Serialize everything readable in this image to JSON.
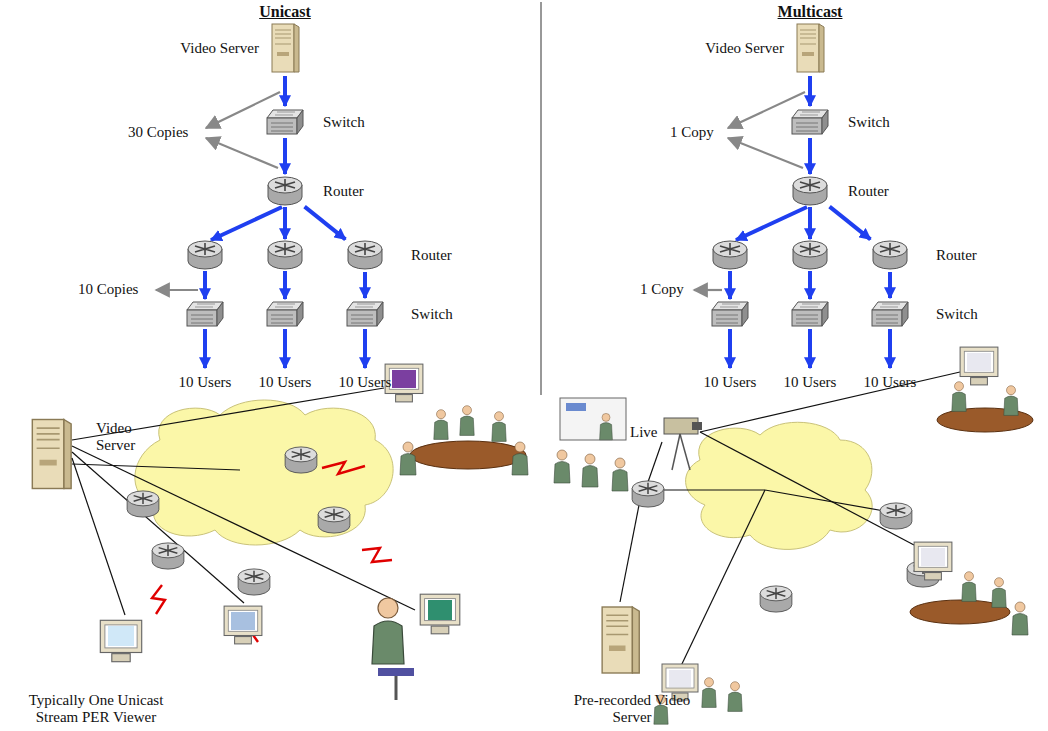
{
  "diagram": {
    "nodes": [
      {
        "text": [
          "Video Server"
        ]
      },
      {
        "text": [
          "Switch"
        ]
      },
      {
        "text": [
          "Router"
        ]
      },
      {
        "text": [
          "Router"
        ]
      },
      {
        "text": [
          "Switch"
        ]
      },
      {
        "text": [
          "Video Server"
        ]
      },
      {
        "text": [
          "Switch"
        ]
      },
      {
        "text": [
          "Router"
        ]
      },
      {
        "text": [
          "Router"
        ]
      },
      {
        "text": [
          "Switch"
        ]
      }
    ],
    "edges": [
      {
        "from": 0,
        "to": 1,
        "arrow": "to"
      },
      {
        "from": 1,
        "to": 2,
        "arrow": "to"
      },
      {
        "from": 2,
        "to": 3,
        "arrow": "to"
      },
      {
        "from": 3,
        "to": 4,
        "arrow": "to"
      },
      {
        "from": 5,
        "to": 6,
        "arrow": "to"
      },
      {
        "from": 6,
        "to": 7,
        "arrow": "to"
      },
      {
        "from": 7,
        "to": 8,
        "arrow": "to"
      },
      {
        "from": 8,
        "to": 9,
        "arrow": "to"
      }
    ],
    "labels": [
      "Unicast",
      "30 Copies",
      "10 Copies",
      "10 Users",
      "10 Users",
      "10 Users",
      "Multicast",
      "1 Copy",
      "1 Copy",
      "10 Users",
      "10 Users",
      "10 Users",
      "Video Server",
      "Live",
      "Pre-recorded Video Server",
      "Typically One Unicast Stream PER Viewer"
    ]
  }
}
